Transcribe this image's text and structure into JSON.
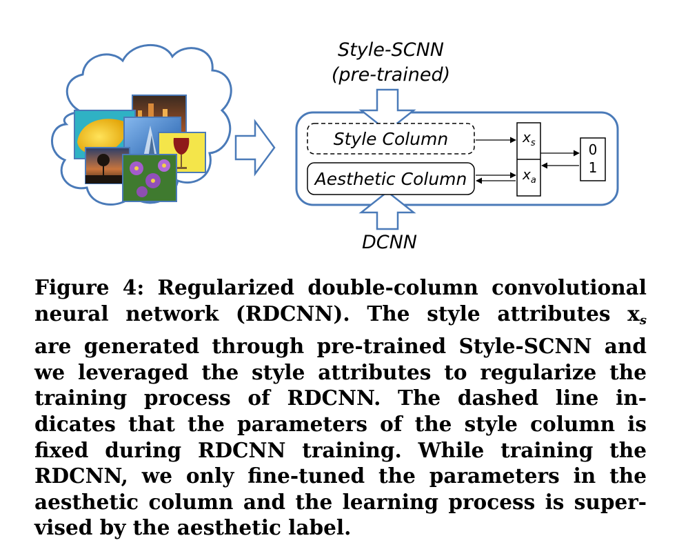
{
  "labels": {
    "top_line1": "Style-SCNN",
    "top_line2": "(pre-trained)",
    "bottom": "DCNN",
    "style_column": "Style Column",
    "aesthetic_column": "Aesthetic Column",
    "xs_base": "x",
    "xs_sub": "s",
    "xa_base": "x",
    "xa_sub": "a",
    "out_0": "0",
    "out_1": "1"
  },
  "caption": {
    "figure_label": "Figure 4:",
    "lines": [
      " Regularized double-column convolutional",
      "neural network (RDCNN). The style attributes x",
      "are generated through pre-trained Style-SCNN and",
      "we leveraged the style attributes to regularize the",
      "training process of RDCNN. The dashed line in-",
      "dicates that the parameters of the style column is",
      "fixed during RDCNN training.  While training the",
      "RDCNN, we only fine-tuned the parameters in the",
      "aesthetic column and the learning process is super-",
      "vised by the aesthetic label."
    ],
    "line2_sub": "s"
  },
  "colors": {
    "outline_blue": "#4a7ab8",
    "photo_yellow": "#f2c21a",
    "photo_sky": "#3d7fc9",
    "photo_sunset": "#c8743c",
    "photo_purple": "#8e4fb0",
    "photo_wine": "#f4e54a"
  },
  "icons": [
    "cloud-icon",
    "photo-collage",
    "right-arrow-icon",
    "down-arrow-icon",
    "up-arrow-icon"
  ]
}
